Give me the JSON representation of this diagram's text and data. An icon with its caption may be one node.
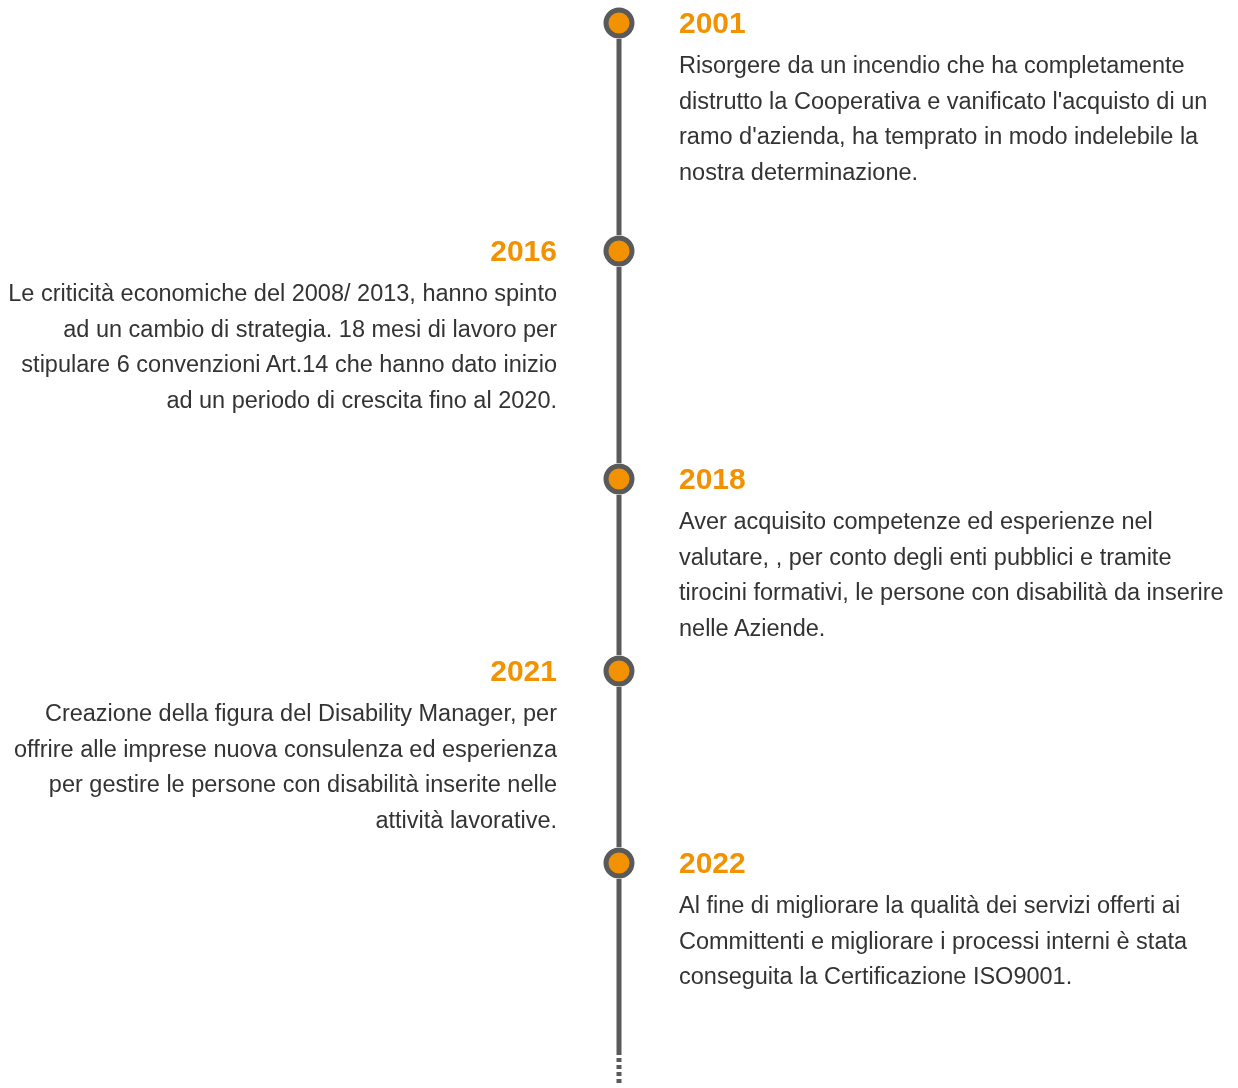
{
  "diagram": {
    "nodes": [
      {
        "text": [],
        "shape": "circle",
        "beside": [
          "2001",
          "Risorgere da un incendio che ha completamente distrutto la Cooperativa e vanificato l'acquisto di un ramo d'azienda, ha temprato in modo indelebile la nostra determinazione."
        ]
      },
      {
        "text": [],
        "shape": "circle",
        "beside": [
          "2016",
          "Le criticità economiche del 2008/ 2013, hanno spinto ad un cambio di strategia. 18 mesi di lavoro per stipulare 6 convenzioni Art.14 che hanno dato inizio ad un periodo di crescita fino al 2020."
        ]
      },
      {
        "text": [],
        "shape": "circle",
        "beside": [
          "2018",
          "Aver acquisito competenze ed esperienze nel valutare, , per conto degli enti pubblici e tramite tirocini formativi, le persone con disabilità da inserire nelle Aziende."
        ]
      },
      {
        "text": [],
        "shape": "circle",
        "beside": [
          "2021",
          "Creazione della figura del Disability Manager, per offrire alle imprese nuova consulenza ed esperienza per gestire le persone con disabilità inserite nelle attività lavorative."
        ]
      },
      {
        "text": [],
        "shape": "circle",
        "beside": [
          "2022",
          "Al fine di migliorare la qualità dei servizi offerti ai Committenti e migliorare i processi interni è stata conseguita la Certificazione ISO9001."
        ]
      }
    ],
    "edges": [
      {
        "from": 0,
        "to": 1,
        "arrow": "none"
      },
      {
        "from": 1,
        "to": 2,
        "arrow": "none"
      },
      {
        "from": 2,
        "to": 3,
        "arrow": "none"
      },
      {
        "from": 3,
        "to": 4,
        "arrow": "none"
      },
      {
        "from": 4,
        "to": null,
        "arrow": "none"
      }
    ]
  }
}
